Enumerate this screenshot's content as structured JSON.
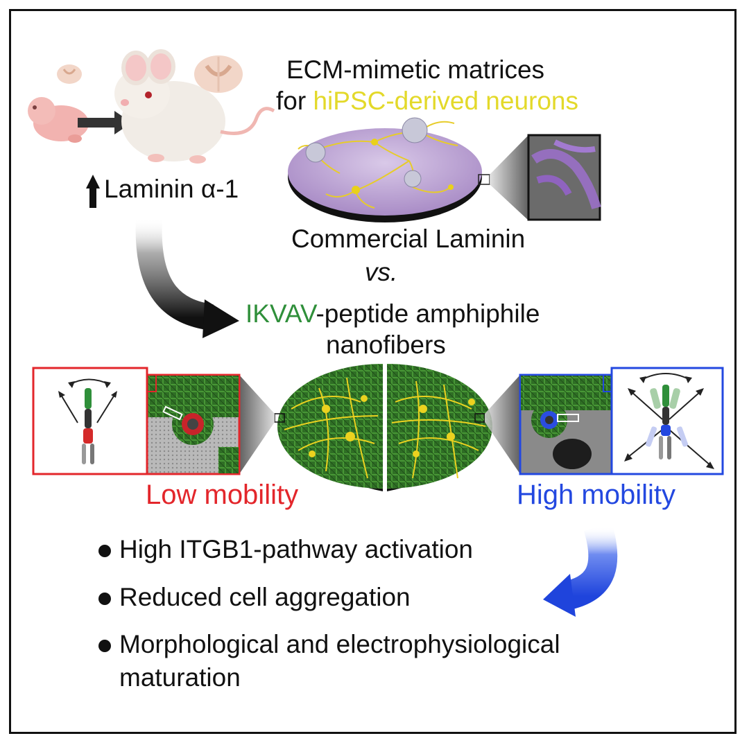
{
  "title": {
    "line1": "ECM-mimetic matrices",
    "line2_prefix": "for ",
    "line2_highlight": "hiPSC-derived neurons"
  },
  "laminin_label": "Laminin α-1",
  "commercial_label": "Commercial Laminin",
  "vs_label": "vs.",
  "ikvav": {
    "highlight": "IKVAV",
    "rest": "-peptide amphiphile",
    "line2": "nanofibers"
  },
  "mobility": {
    "low": "Low mobility",
    "high": "High mobility"
  },
  "bullets": [
    "High ITGB1-pathway activation",
    "Reduced cell aggregation",
    "Morphological and electrophysiological",
    "maturation"
  ],
  "colors": {
    "hipsc_yellow": "#e3d92a",
    "ikvav_green": "#2f8f3a",
    "low_red": "#e3262b",
    "high_blue": "#2348e0",
    "laminin_purple": "#b6a0cf",
    "fiber_green": "#2f7d2a",
    "neuron_yellow": "#ead51c"
  }
}
